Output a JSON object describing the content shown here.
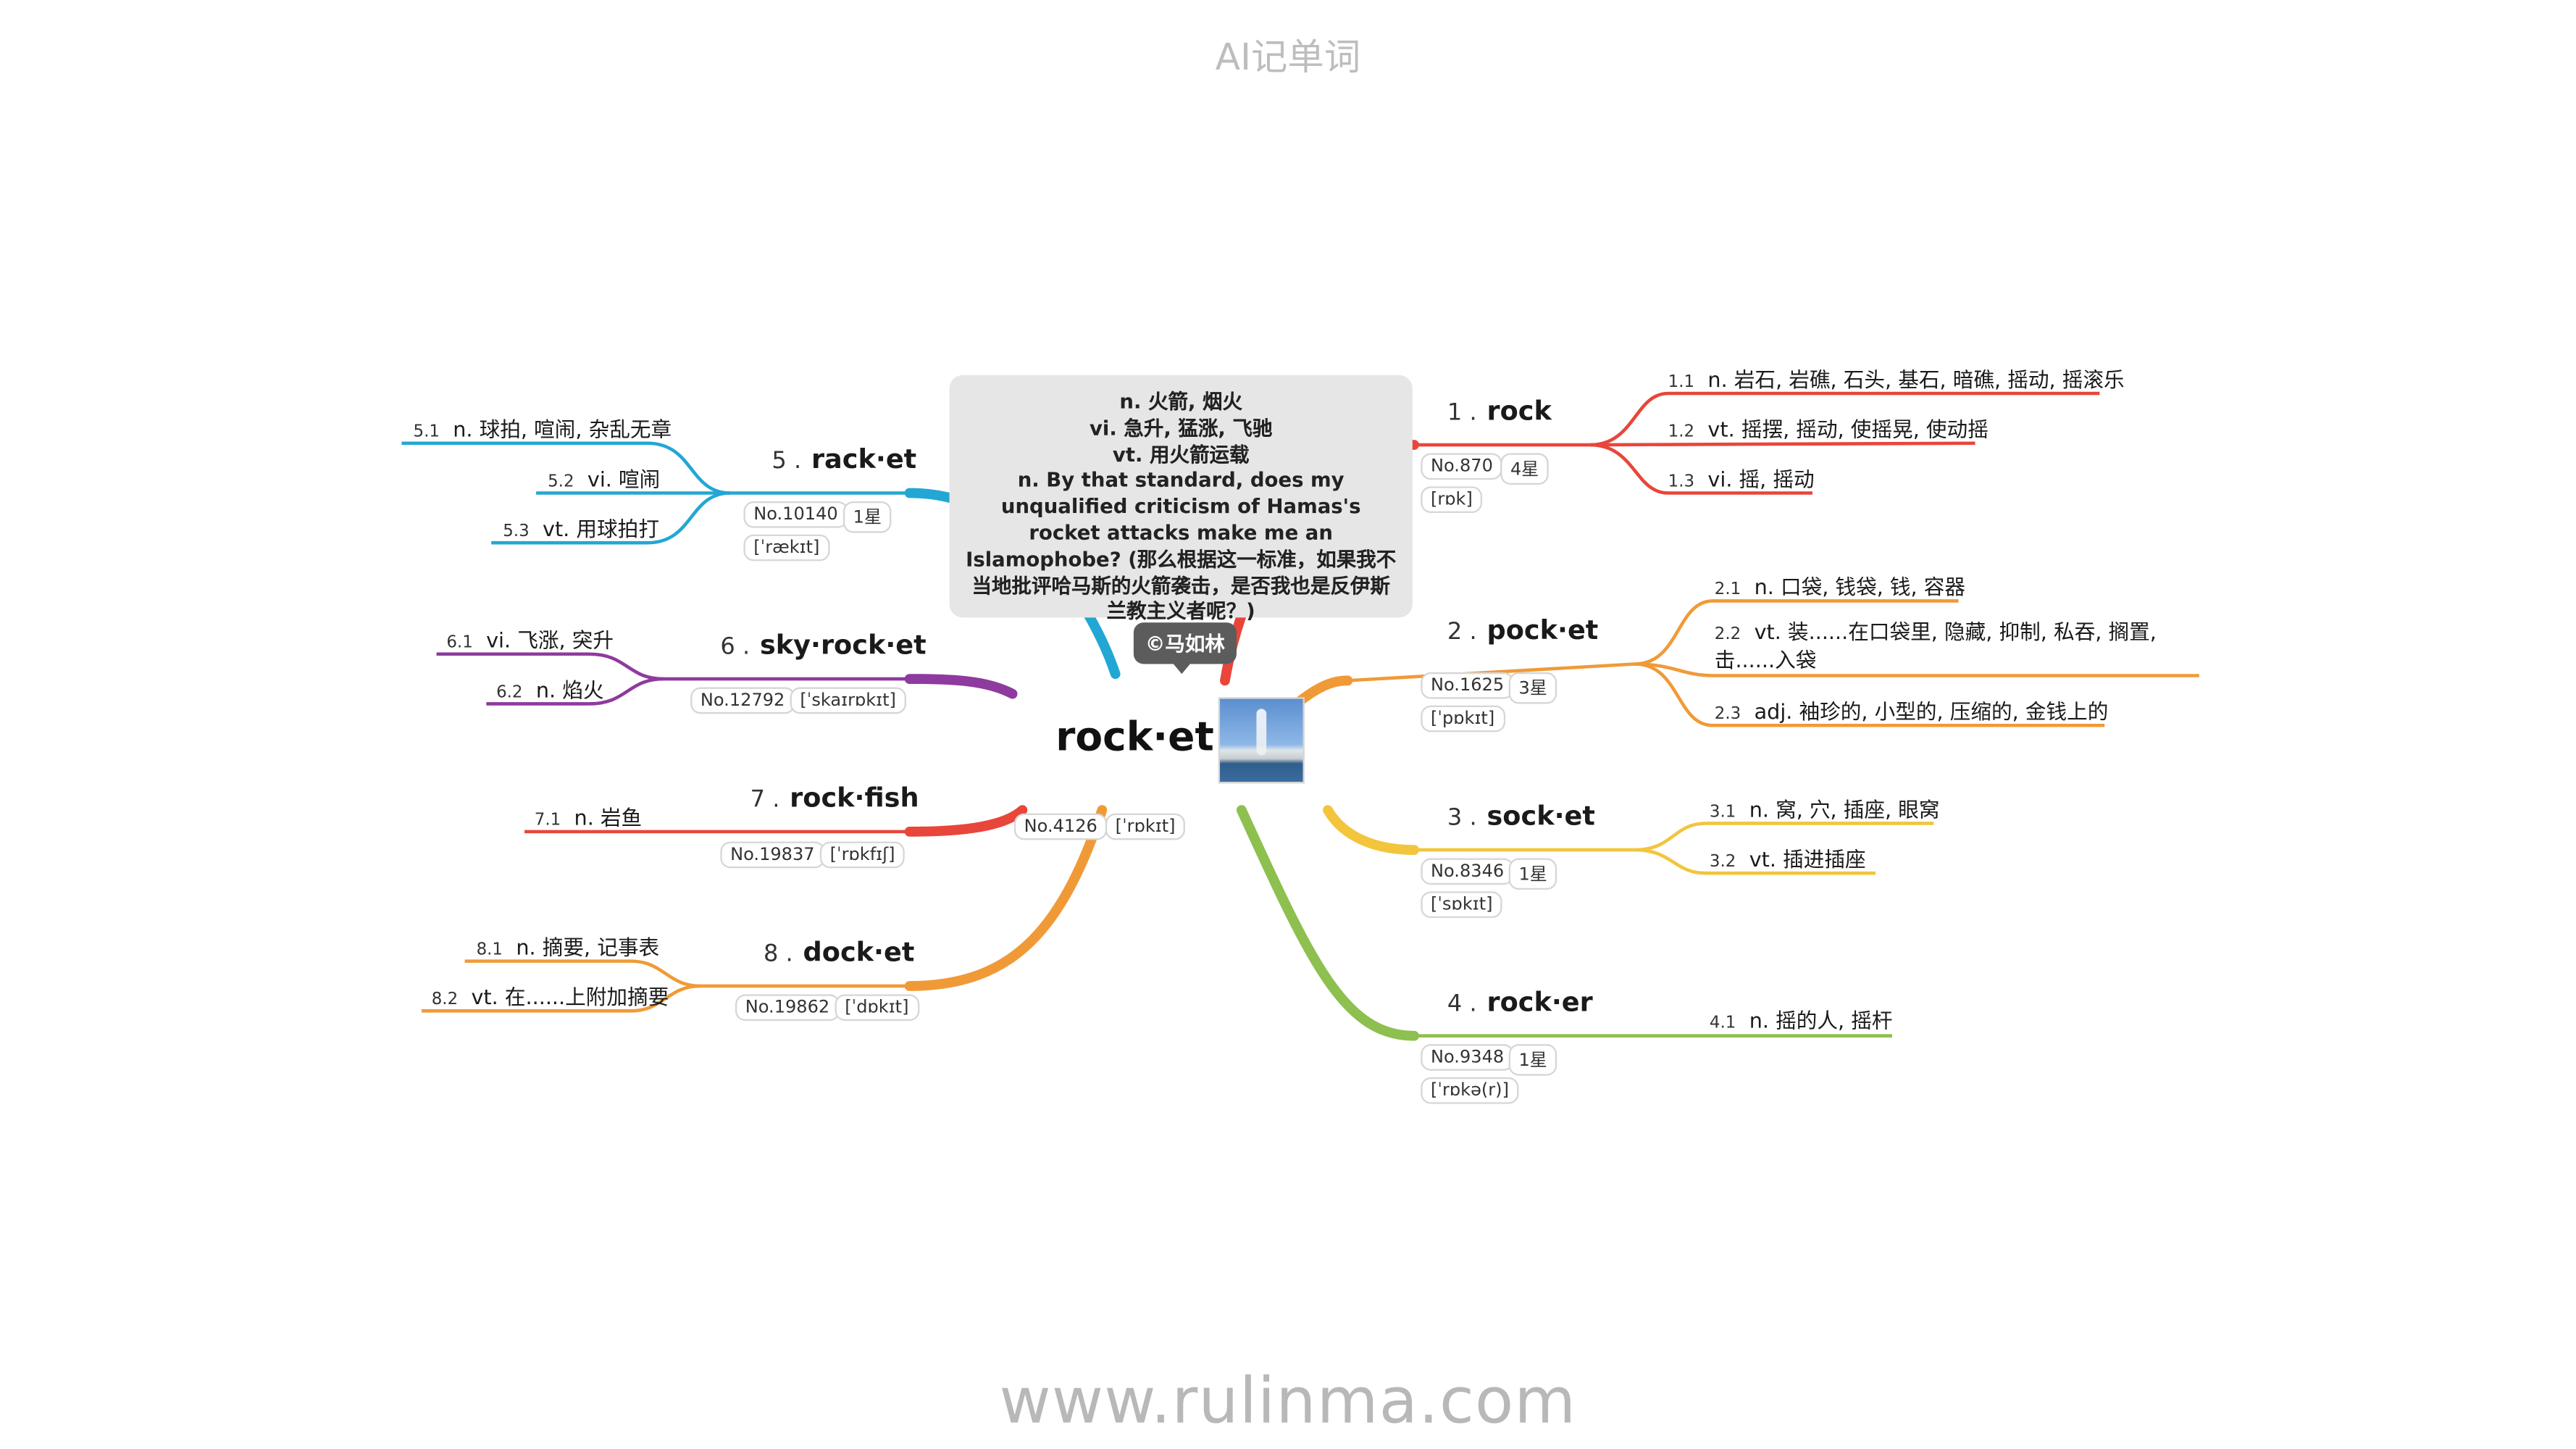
{
  "header": {
    "title": "AI记单词"
  },
  "footer": {
    "url": "www.rulinma.com"
  },
  "center": {
    "word": "rock·et",
    "rank": "No.4126",
    "phonetic": "[ˈrɒkɪt]",
    "note": {
      "lines": [
        "n. 火箭, 烟火",
        "vi. 急升, 猛涨, 飞驰",
        "vt. 用火箭运载"
      ],
      "example": "n. By that standard, does my unqualified criticism of Hamas's rocket attacks make me an Islamophobe? (那么根据这一标准，如果我不当地批评哈马斯的火箭袭击，是否我也是反伊斯兰教主义者呢？)"
    },
    "copyright": "©马如林"
  },
  "colors": {
    "c1": "#e8463a",
    "c2": "#f09a37",
    "c3": "#f2c53d",
    "c4": "#8dc04f",
    "c5": "#22a7d4",
    "c6": "#8e3a9e",
    "c7": "#e8463a",
    "c8": "#f09a37"
  },
  "branches": [
    {
      "num": "1 .",
      "word": "rock",
      "rank": "No.870",
      "stars": "4星",
      "phonetic": "[rɒk]",
      "defs": [
        {
          "sub": "1.1",
          "text": "n. 岩石, 岩礁, 石头, 基石, 暗礁, 摇动, 摇滚乐"
        },
        {
          "sub": "1.2",
          "text": "vt. 摇摆, 摇动, 使摇晃, 使动摇"
        },
        {
          "sub": "1.3",
          "text": "vi. 摇, 摇动"
        }
      ]
    },
    {
      "num": "2 .",
      "word": "pock·et",
      "rank": "No.1625",
      "stars": "3星",
      "phonetic": "[ˈpɒkɪt]",
      "defs": [
        {
          "sub": "2.1",
          "text": "n. 口袋, 钱袋, 钱, 容器"
        },
        {
          "sub": "2.2",
          "text": "vt. 装......在口袋里, 隐藏, 抑制, 私吞, 搁置, 击......入袋"
        },
        {
          "sub": "2.3",
          "text": "adj. 袖珍的, 小型的, 压缩的, 金钱上的"
        }
      ]
    },
    {
      "num": "3 .",
      "word": "sock·et",
      "rank": "No.8346",
      "stars": "1星",
      "phonetic": "[ˈsɒkɪt]",
      "defs": [
        {
          "sub": "3.1",
          "text": "n. 窝, 穴, 插座, 眼窝"
        },
        {
          "sub": "3.2",
          "text": "vt. 插进插座"
        }
      ]
    },
    {
      "num": "4 .",
      "word": "rock·er",
      "rank": "No.9348",
      "stars": "1星",
      "phonetic": "[ˈrɒkə(r)]",
      "defs": [
        {
          "sub": "4.1",
          "text": "n. 摇的人, 摇杆"
        }
      ]
    },
    {
      "num": "5 .",
      "word": "rack·et",
      "rank": "No.10140",
      "stars": "1星",
      "phonetic": "[ˈrækɪt]",
      "defs": [
        {
          "sub": "5.1",
          "text": "n. 球拍, 喧闹, 杂乱无章"
        },
        {
          "sub": "5.2",
          "text": "vi. 喧闹"
        },
        {
          "sub": "5.3",
          "text": "vt. 用球拍打"
        }
      ]
    },
    {
      "num": "6 .",
      "word": "sky·rock·et",
      "rank": "No.12792",
      "phonetic": "[ˈskaɪrɒkɪt]",
      "defs": [
        {
          "sub": "6.1",
          "text": "vi. 飞涨, 突升"
        },
        {
          "sub": "6.2",
          "text": "n. 焰火"
        }
      ]
    },
    {
      "num": "7 .",
      "word": "rock·fish",
      "rank": "No.19837",
      "phonetic": "[ˈrɒkfɪʃ]",
      "defs": [
        {
          "sub": "7.1",
          "text": "n. 岩鱼"
        }
      ]
    },
    {
      "num": "8 .",
      "word": "dock·et",
      "rank": "No.19862",
      "phonetic": "[ˈdɒkɪt]",
      "defs": [
        {
          "sub": "8.1",
          "text": "n. 摘要, 记事表"
        },
        {
          "sub": "8.2",
          "text": "vt. 在......上附加摘要"
        }
      ]
    }
  ]
}
